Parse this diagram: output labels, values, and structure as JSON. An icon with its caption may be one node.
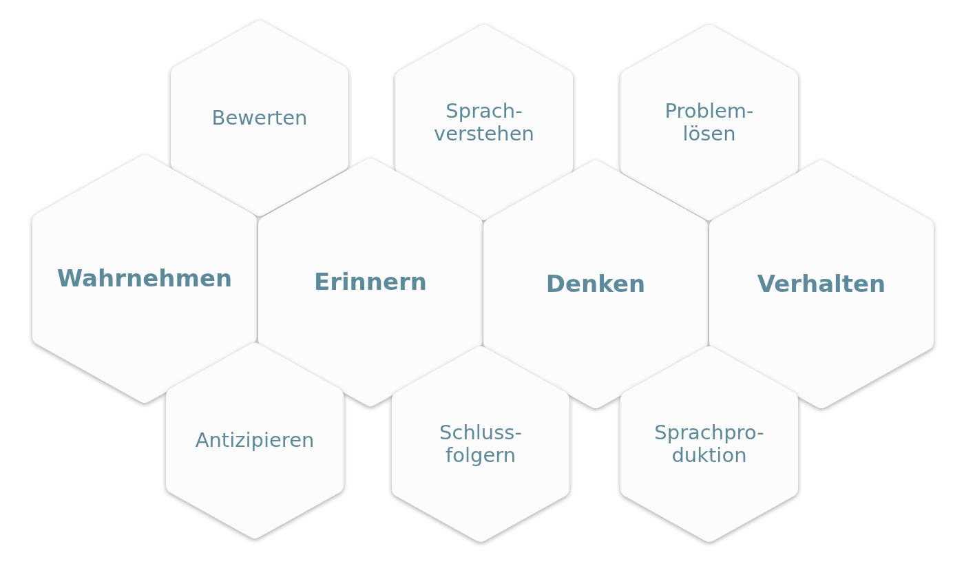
{
  "diagram": {
    "nodes": [
      {
        "text": [
          "Bewerten"
        ]
      },
      {
        "text": [
          "Sprach- verstehen"
        ]
      },
      {
        "text": [
          "Problem- lösen"
        ]
      },
      {
        "text": [
          "Wahrnehmen"
        ]
      },
      {
        "text": [
          "Erinnern"
        ]
      },
      {
        "text": [
          "Denken"
        ]
      },
      {
        "text": [
          "Verhalten"
        ]
      },
      {
        "text": [
          "Antizipieren"
        ]
      },
      {
        "text": [
          "Schluss- folgern"
        ]
      },
      {
        "text": [
          "Sprachpro- duktion"
        ]
      }
    ]
  }
}
